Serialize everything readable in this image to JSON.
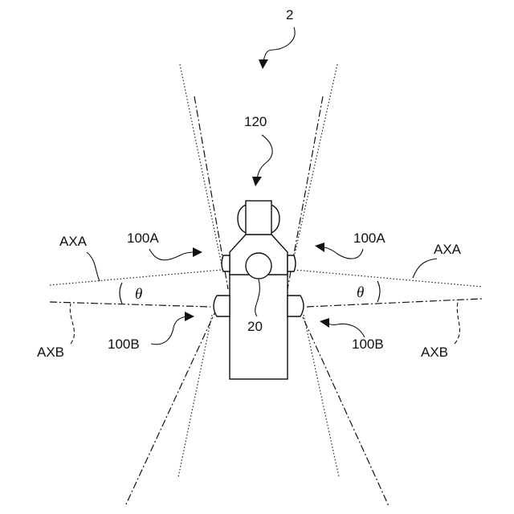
{
  "figure": {
    "labels": {
      "fig_ref": "2",
      "sensor_head": "120",
      "robot_body": "20",
      "camera_a_left": "100A",
      "camera_a_right": "100A",
      "camera_b_left": "100B",
      "camera_b_right": "100B",
      "axis_a_left": "AXA",
      "axis_a_right": "AXA",
      "axis_b_left": "AXB",
      "axis_b_right": "AXB",
      "angle_left": "θ",
      "angle_right": "θ"
    }
  }
}
